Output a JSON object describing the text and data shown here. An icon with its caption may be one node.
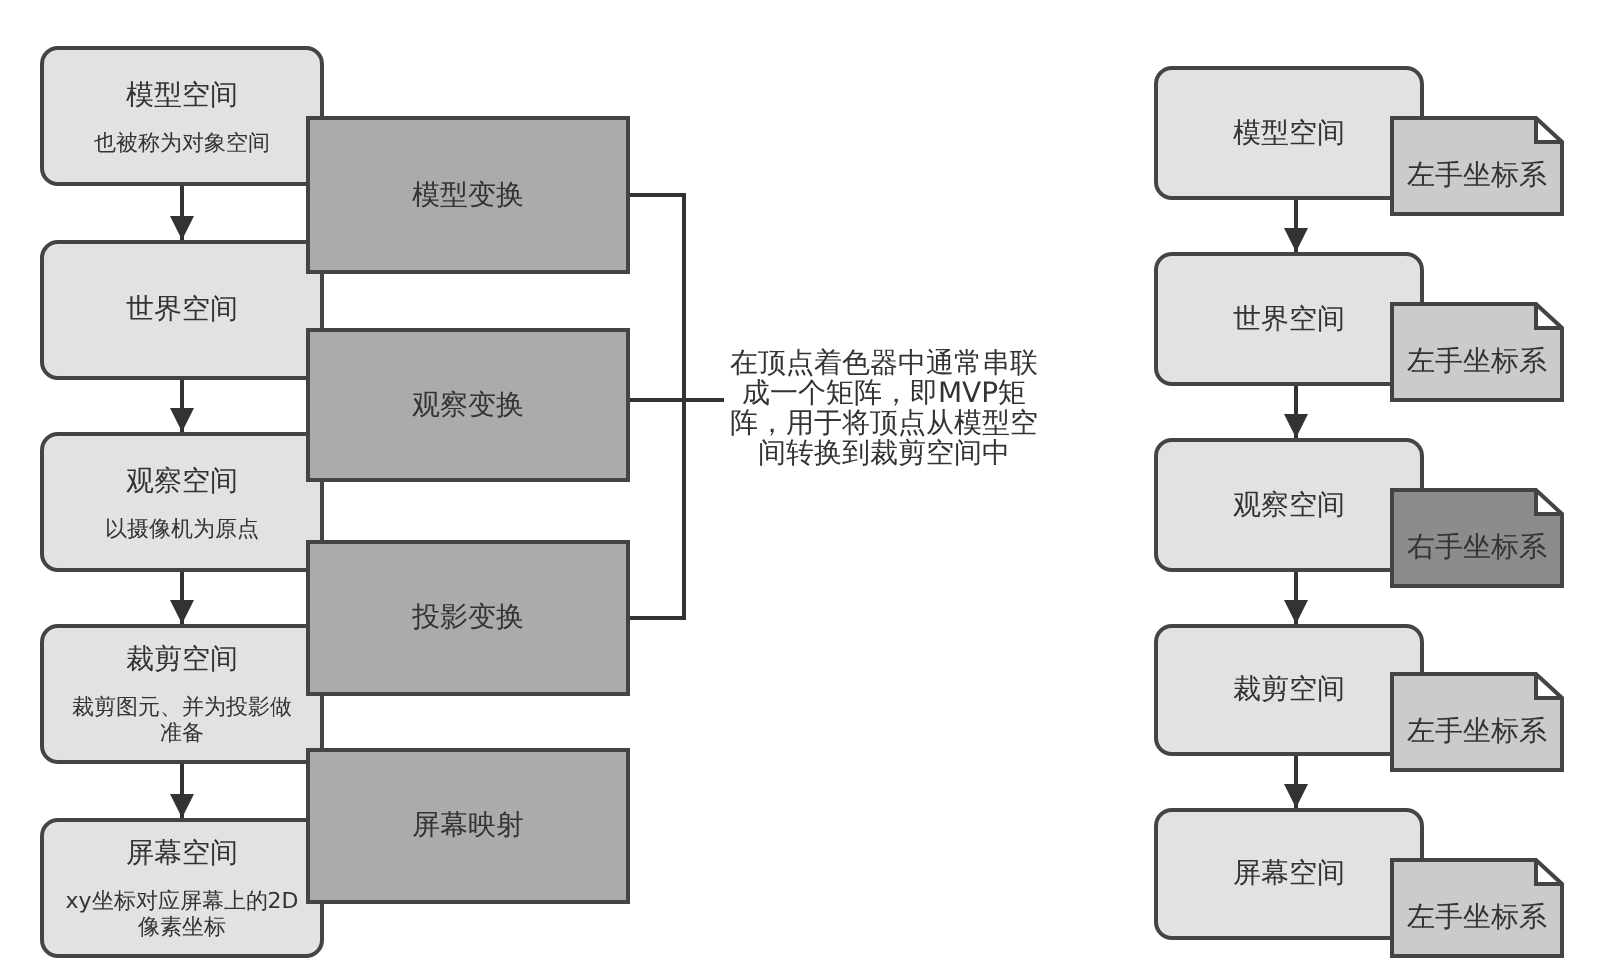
{
  "diagram": {
    "nodes": [
      {
        "text": [
          "模型空间",
          "也被称为对象空间"
        ]
      },
      {
        "text": [
          "模型变换"
        ]
      },
      {
        "text": [
          "世界空间"
        ]
      },
      {
        "text": [
          "观察变换"
        ]
      },
      {
        "text": [
          "观察空间",
          "以摄像机为原点"
        ]
      },
      {
        "text": [
          "投影变换"
        ]
      },
      {
        "text": [
          "裁剪空间",
          "裁剪图元、并为投影做准备"
        ]
      },
      {
        "text": [
          "屏幕映射"
        ]
      },
      {
        "text": [
          "屏幕空间",
          "xy坐标对应屏幕上的2D像素坐标"
        ]
      },
      {
        "text": [
          "在顶点着色器中通常串联成一个矩阵，即MVP矩阵，用于将顶点从模型空间转换到裁剪空间中"
        ]
      },
      {
        "text": [
          "模型空间"
        ]
      },
      {
        "text": [
          "左手坐标系"
        ]
      },
      {
        "text": [
          "世界空间"
        ]
      },
      {
        "text": [
          "左手坐标系"
        ]
      },
      {
        "text": [
          "观察空间"
        ]
      },
      {
        "text": [
          "右手坐标系"
        ]
      },
      {
        "text": [
          "裁剪空间"
        ]
      },
      {
        "text": [
          "左手坐标系"
        ]
      },
      {
        "text": [
          "屏幕空间"
        ]
      },
      {
        "text": [
          "左手坐标系"
        ]
      }
    ],
    "edges": [
      {
        "from": 0,
        "to": 2,
        "arrow": "to"
      },
      {
        "from": 2,
        "to": 4,
        "arrow": "to"
      },
      {
        "from": 4,
        "to": 6,
        "arrow": "to"
      },
      {
        "from": 6,
        "to": 8,
        "arrow": "to"
      },
      {
        "from": 1,
        "to": 9,
        "arrow": "none"
      },
      {
        "from": 3,
        "to": 9,
        "arrow": "none"
      },
      {
        "from": 5,
        "to": 9,
        "arrow": "none"
      },
      {
        "from": 10,
        "to": 12,
        "arrow": "to"
      },
      {
        "from": 12,
        "to": 14,
        "arrow": "to"
      },
      {
        "from": 14,
        "to": 16,
        "arrow": "to"
      },
      {
        "from": 16,
        "to": 18,
        "arrow": "to"
      }
    ]
  }
}
